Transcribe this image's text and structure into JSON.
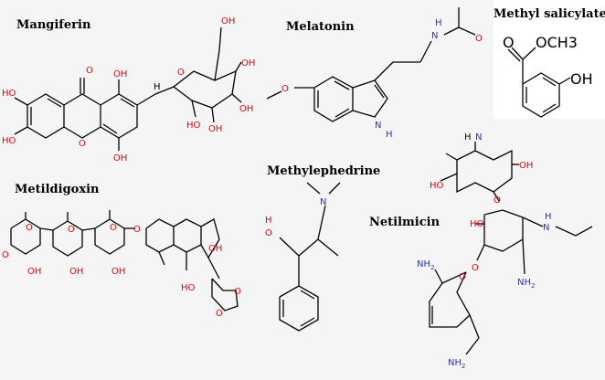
{
  "titles": {
    "mangiferin": "Mangiferin",
    "melatonin": "Melatonin",
    "methyl_salicylate": "Methyl salicylate",
    "metildigoxin": "Metildigoxin",
    "methylephedrine": "Methylephedrine",
    "netilmicin": "Netilmicin"
  },
  "atoms": {
    "oh": "OH",
    "ho": "HO",
    "o": "O",
    "h": "H",
    "n": "N",
    "nh": "NH",
    "nh2": "NH",
    "och3": "OCH3",
    "two": "2"
  },
  "colors": {
    "oxygen": "#e8000b",
    "nitrogen": "#2233cc",
    "bond": "#000000"
  }
}
